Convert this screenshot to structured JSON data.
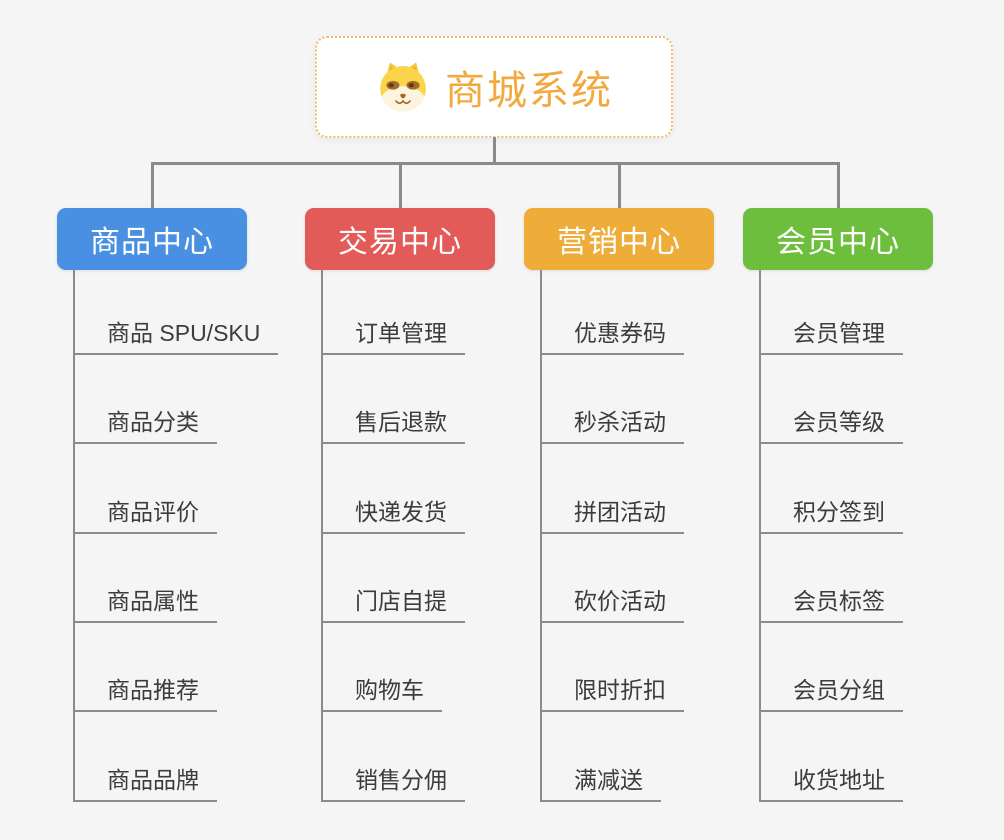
{
  "root": {
    "label": "商城系统",
    "icon": "shiba-dog-icon",
    "text_color": "#f2a93f",
    "border_color": "#eeb96d",
    "background": "#ffffff"
  },
  "background_color": "#f5f5f5",
  "connector_color": "#8a8a8a",
  "child_underline_color": "#8b8b8b",
  "child_text_color": "#3c3c3c",
  "branches": [
    {
      "label": "商品中心",
      "color": "#4a90e2",
      "text_color": "#ffffff",
      "children": [
        "商品 SPU/SKU",
        "商品分类",
        "商品评价",
        "商品属性",
        "商品推荐",
        "商品品牌"
      ]
    },
    {
      "label": "交易中心",
      "color": "#e25b58",
      "text_color": "#ffffff",
      "children": [
        "订单管理",
        "售后退款",
        "快递发货",
        "门店自提",
        "购物车",
        "销售分佣"
      ]
    },
    {
      "label": "营销中心",
      "color": "#eeac38",
      "text_color": "#ffffff",
      "children": [
        "优惠券码",
        "秒杀活动",
        "拼团活动",
        "砍价活动",
        "限时折扣",
        "满减送"
      ]
    },
    {
      "label": "会员中心",
      "color": "#6ebe3d",
      "text_color": "#ffffff",
      "children": [
        "会员管理",
        "会员等级",
        "积分签到",
        "会员标签",
        "会员分组",
        "收货地址"
      ]
    }
  ]
}
